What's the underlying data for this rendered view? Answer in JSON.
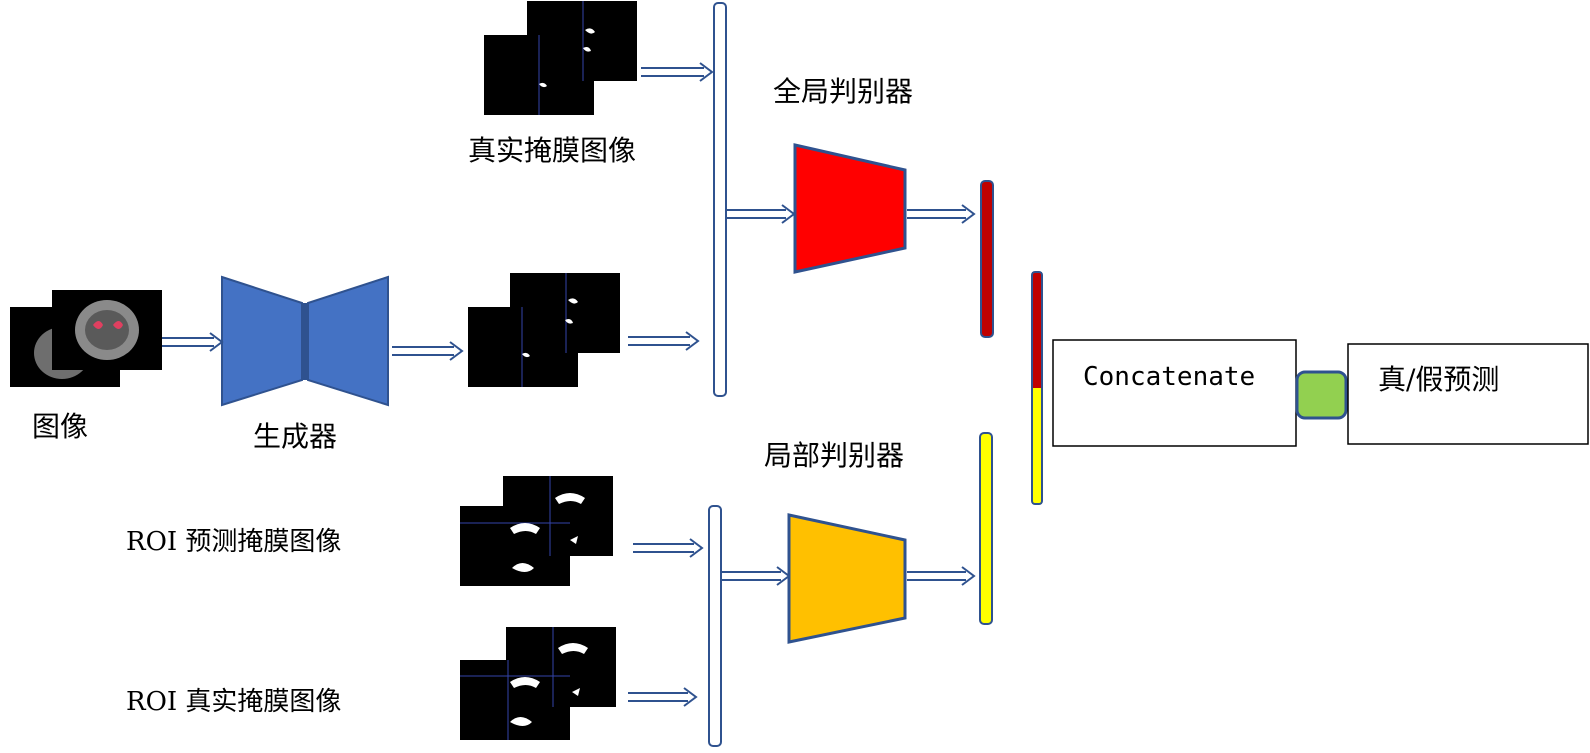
{
  "labels": {
    "input_image": "图像",
    "generator": "生成器",
    "real_mask": "真实掩膜图像",
    "global_discriminator": "全局判别器",
    "local_discriminator": "局部判别器",
    "roi_pred_mask": "ROI 预测掩膜图像",
    "roi_real_mask": "ROI 真实掩膜图像",
    "concatenate": "Concatenate",
    "output": "真/假预测"
  },
  "colors": {
    "generator": "#4472C4",
    "generator_stroke": "#2F528F",
    "global_discriminator": "#FF0000",
    "local_discriminator": "#FFC000",
    "disc_stroke": "#2F528F",
    "arrow": "#2F528F",
    "global_output": "#C00000",
    "local_output": "#FFFF00",
    "connector": "#92D050"
  }
}
